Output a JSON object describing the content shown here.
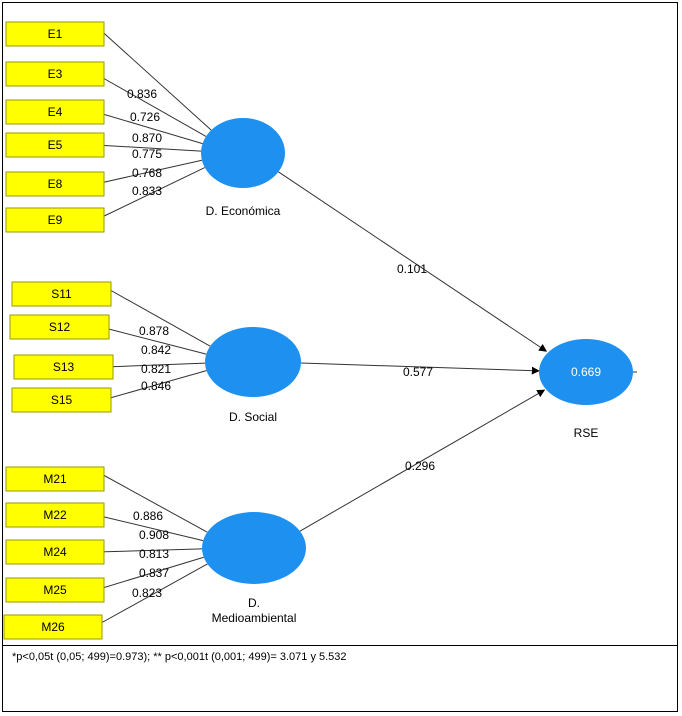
{
  "latents": [
    {
      "id": "eco",
      "label_lines": [
        "D. Económica"
      ],
      "indicators": [
        {
          "name": "E1",
          "loading": "0.836"
        },
        {
          "name": "E3",
          "loading": "0.726"
        },
        {
          "name": "E4",
          "loading": "0.870"
        },
        {
          "name": "E5",
          "loading": "0.775"
        },
        {
          "name": "E8",
          "loading": "0.768"
        },
        {
          "name": "E9",
          "loading": "0.833"
        }
      ],
      "path_coef": "0.101"
    },
    {
      "id": "soc",
      "label_lines": [
        "D. Social"
      ],
      "indicators": [
        {
          "name": "S11",
          "loading": "0.878"
        },
        {
          "name": "S12",
          "loading": "0.842"
        },
        {
          "name": "S13",
          "loading": "0.821"
        },
        {
          "name": "S15",
          "loading": "0.846"
        }
      ],
      "path_coef": "0.577"
    },
    {
      "id": "med",
      "label_lines": [
        "D.",
        "Medioambiental"
      ],
      "indicators": [
        {
          "name": "M21",
          "loading": "0.886"
        },
        {
          "name": "M22",
          "loading": "0.908"
        },
        {
          "name": "M24",
          "loading": "0.813"
        },
        {
          "name": "M25",
          "loading": "0.837"
        },
        {
          "name": "M26",
          "loading": "0.823"
        }
      ],
      "path_coef": "0.296"
    }
  ],
  "outcome": {
    "label": "RSE",
    "r2": "0.669"
  },
  "caption": "*p<0,05t (0,05; 499)=0.973); ** p<0,001t (0,001; 499)= 3.071 y 5.532",
  "colors": {
    "indicator_fill": "#ffff00",
    "latent_fill": "#1e90f0",
    "edge": "#333333"
  }
}
